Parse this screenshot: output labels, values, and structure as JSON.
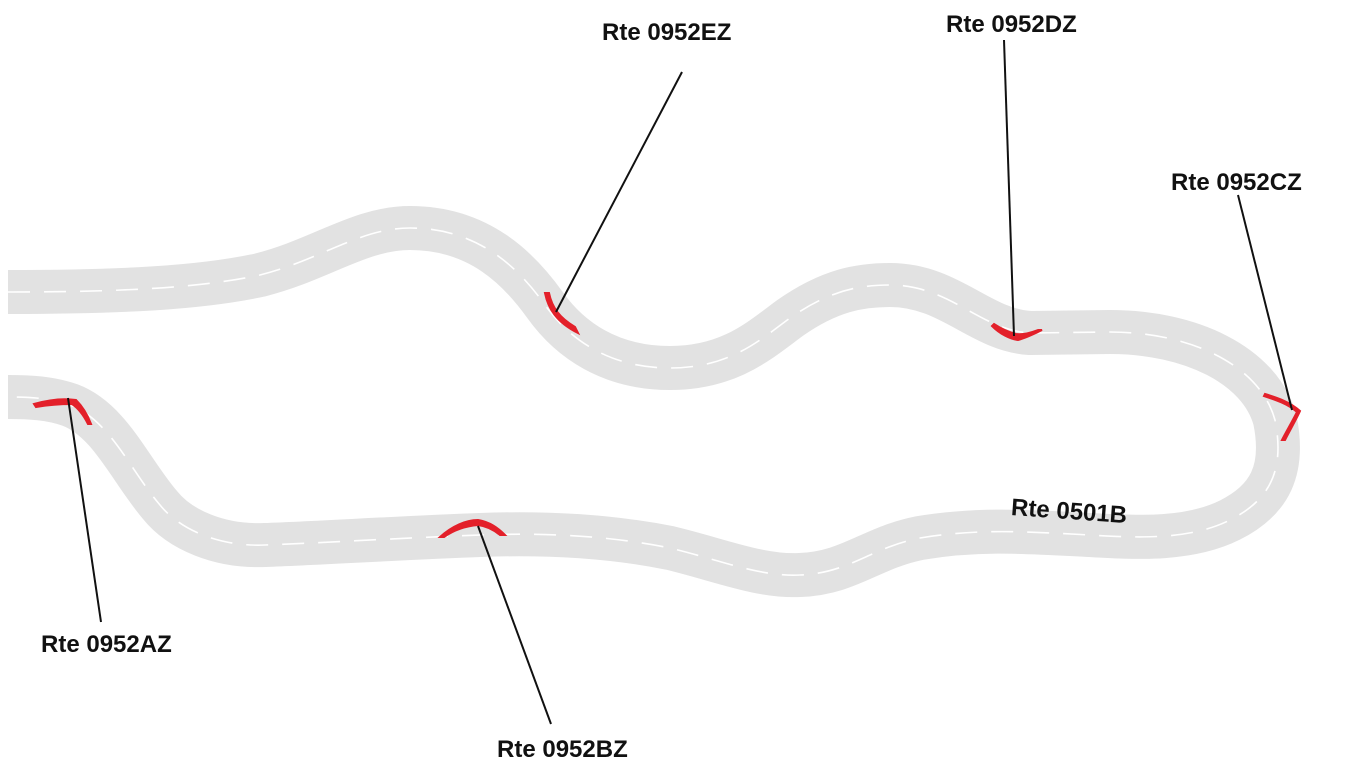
{
  "colors": {
    "road": "#e2e2e2",
    "centerline": "#ffffff",
    "ramp": "#e3202a",
    "leader": "#111111",
    "text": "#111111"
  },
  "main_route": {
    "label": "Rte 0501B"
  },
  "ramps": [
    {
      "id": "EZ",
      "label": "Rte 0952EZ"
    },
    {
      "id": "DZ",
      "label": "Rte 0952DZ"
    },
    {
      "id": "CZ",
      "label": "Rte 0952CZ"
    },
    {
      "id": "AZ",
      "label": "Rte 0952AZ"
    },
    {
      "id": "BZ",
      "label": "Rte 0952BZ"
    }
  ]
}
